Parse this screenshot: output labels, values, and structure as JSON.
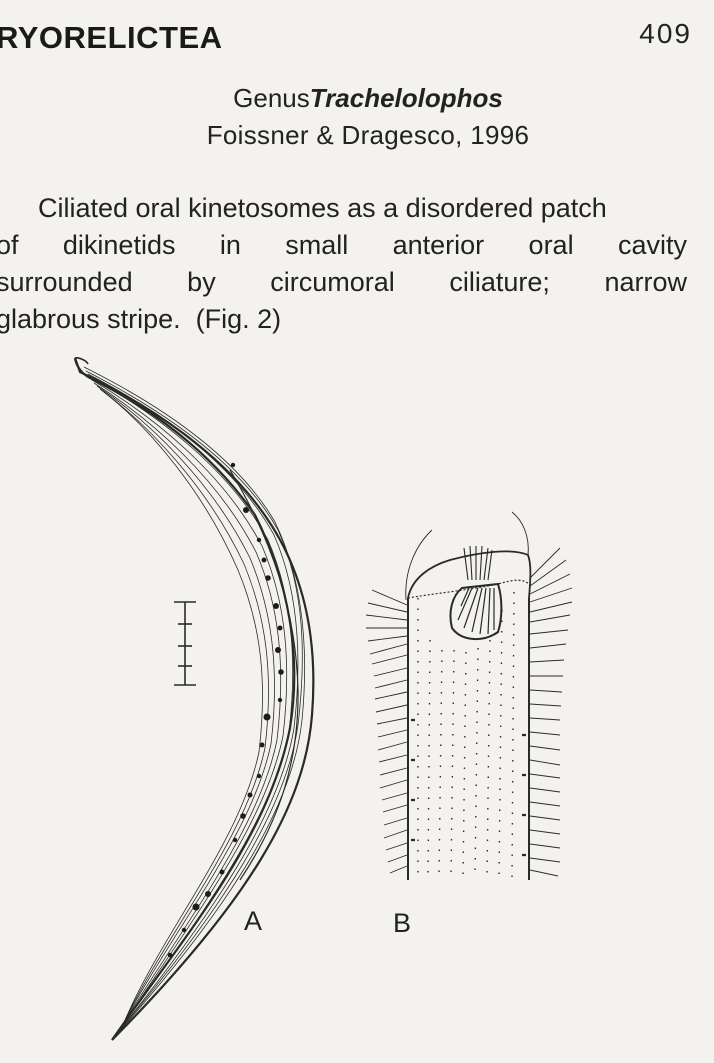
{
  "header": {
    "running_head": "RYORELICTEA",
    "page_number": "409"
  },
  "taxon": {
    "genus_prefix": "Genus",
    "genus_name": "Trachelolophos",
    "authority": "Foissner & Dragesco, 1996"
  },
  "diagnosis": {
    "line1": "Ciliated oral kinetosomes as a disordered patch",
    "line2_words": [
      "of",
      "dikinetids",
      "in",
      "small",
      "anterior",
      "oral",
      "cavity"
    ],
    "line3_words": [
      "surrounded",
      "by",
      "circumoral",
      "ciliature;",
      "narrow"
    ],
    "line4": "glabrous stripe.  (Fig. 2)"
  },
  "figure": {
    "label_a": "A",
    "label_b": "B"
  }
}
